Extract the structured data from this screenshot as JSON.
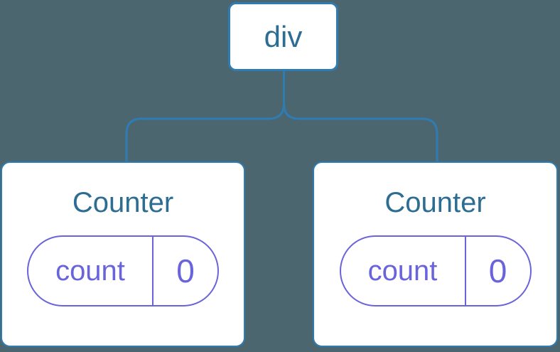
{
  "diagram": {
    "description": "Component tree: a div root element with two Counter children, each holding its own count state",
    "colors": {
      "background": "#4C6670",
      "tree_line": "#2F7CB3",
      "node_border": "#2F7CB3",
      "node_text": "#2E6D92",
      "state_accent": "#6A64DC",
      "card_background": "#FFFFFF"
    },
    "root": {
      "label": "div"
    },
    "children": [
      {
        "title": "Counter",
        "state": {
          "key": "count",
          "value": "0"
        }
      },
      {
        "title": "Counter",
        "state": {
          "key": "count",
          "value": "0"
        }
      }
    ]
  }
}
